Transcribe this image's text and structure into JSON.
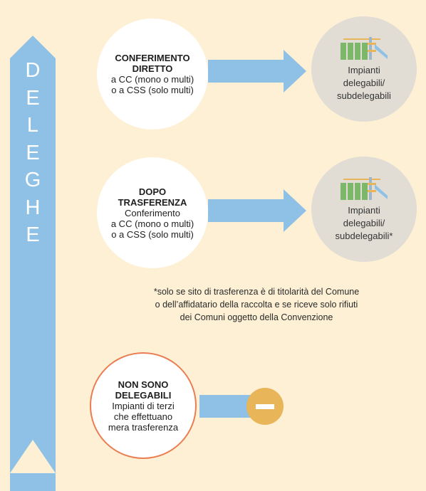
{
  "colors": {
    "background": "#fdf0d5",
    "ribbon": "#8fc1e6",
    "arrow": "#8fc1e6",
    "grey_circle": "#e1ddd5",
    "orange_border": "#ea7d52",
    "minus_badge": "#e8b558"
  },
  "ribbon": {
    "letters": [
      "D",
      "E",
      "L",
      "E",
      "G",
      "H",
      "E"
    ]
  },
  "row1": {
    "title_line1": "CONFERIMENTO",
    "title_line2": "DIRETTO",
    "text_line1": "a CC (mono o multi)",
    "text_line2": "o a CSS (solo multi)",
    "target_line1": "Impianti",
    "target_line2": "delegabili/",
    "target_line3": "subdelegabili",
    "icon": "plant-icon"
  },
  "row2": {
    "title_line1": "DOPO",
    "title_line2": "TRASFERENZA",
    "text_line1": "Conferimento",
    "text_line2": "a CC (mono o multi)",
    "text_line3": "o a CSS (solo multi)",
    "target_line1": "Impianti",
    "target_line2": "delegabili/",
    "target_line3": "subdelegabili*",
    "icon": "plant-icon"
  },
  "note": {
    "line1": "*solo se sito di trasferenza è di titolarità del Comune",
    "line2": "o dell’affidatario della raccolta e se riceve solo rifiuti",
    "line3": "dei Comuni oggetto della Convenzione"
  },
  "row3": {
    "title_line1": "NON SONO",
    "title_line2": "DELEGABILI",
    "text_line1": "Impianti di terzi",
    "text_line2": "che effettuano",
    "text_line3": "mera trasferenza",
    "icon": "minus-icon"
  }
}
